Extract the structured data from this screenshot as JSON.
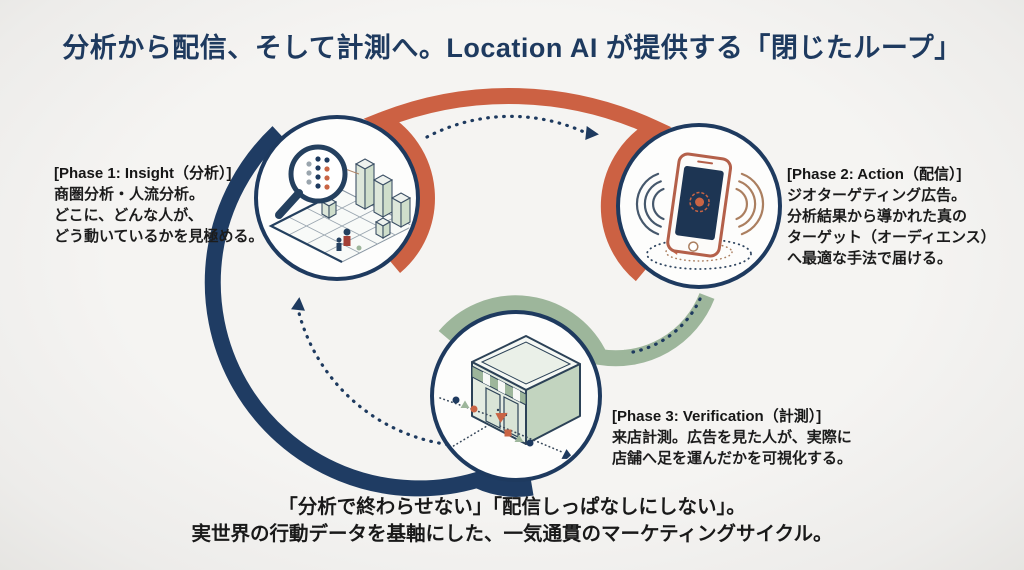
{
  "title": "分析から配信、そして計測へ。Location AI が提供する「閉じたループ」",
  "phases": [
    {
      "id": "insight",
      "icon": "map-analysis-icon",
      "label": "[Phase 1: Insight（分析）]",
      "lines": [
        "商圏分析・人流分析。",
        "どこに、どんな人が、",
        "どう動いているかを見極める。"
      ]
    },
    {
      "id": "action",
      "icon": "smartphone-broadcast-icon",
      "label": "[Phase 2: Action（配信）]",
      "lines": [
        "ジオターゲティング広告。",
        "分析結果から導かれた真の",
        "ターゲット（オーディエンス）",
        "へ最適な手法で届ける。"
      ]
    },
    {
      "id": "verification",
      "icon": "storefront-visit-icon",
      "label": "[Phase 3: Verification（計測）]",
      "lines": [
        "来店計測。広告を見た人が、実際に",
        "店舗へ足を運んだかを可視化する。"
      ]
    }
  ],
  "footer": {
    "line1": "「分析で終わらせない」「配信しっぱなしにしない」。",
    "line2": "実世界の行動データを基軸にした、一気通貫のマーケティングサイクル。"
  },
  "colors": {
    "background": "#f2f1ef",
    "navy": "#1e3a5f",
    "orange": "#cc6143",
    "sage": "#9db69b",
    "terracotta": "#b4604a",
    "tan": "#ab7f60",
    "text": "#1c1c1c"
  }
}
